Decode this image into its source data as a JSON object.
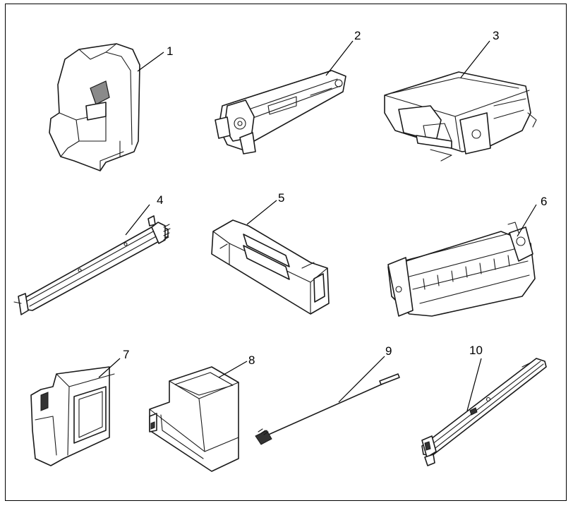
{
  "callouts": {
    "c1": "1",
    "c2": "2",
    "c3": "3",
    "c4": "4",
    "c5": "5",
    "c6": "6",
    "c7": "7",
    "c8": "8",
    "c9": "9",
    "c10": "10"
  },
  "colors": {
    "line": "#1a1a1a",
    "fill": "#ffffff",
    "shade": "#8a8a8a"
  }
}
